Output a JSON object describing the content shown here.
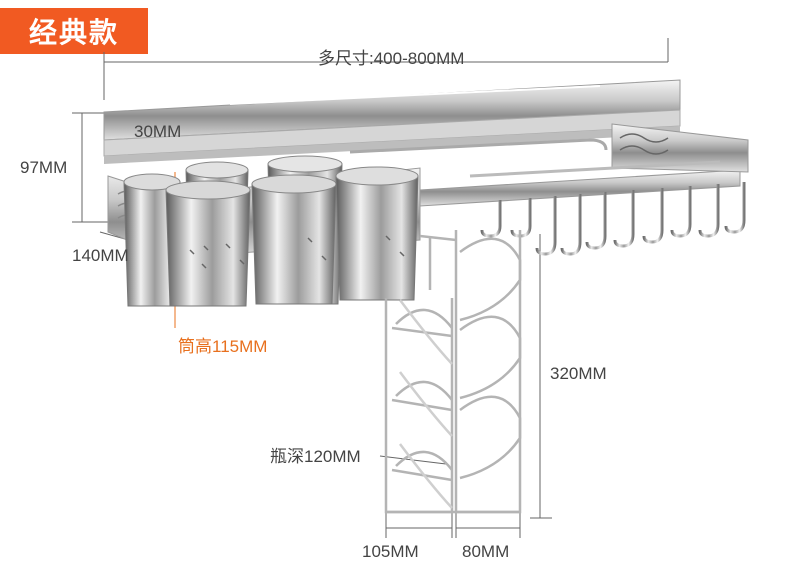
{
  "badge": {
    "label": "经典款",
    "color": "#f15a22"
  },
  "dimensions": {
    "width": "多尺寸:400-800MM",
    "top_depth": "30MM",
    "height": "97MM",
    "depth": "140MM",
    "cup_height": "筒高115MM",
    "rack_height": "320MM",
    "bottle_depth": "瓶深120MM",
    "bottom_width": "105MM",
    "bottom_depth": "80MM"
  },
  "colors": {
    "accent": "#f15a22",
    "cup_label": "#e8701e",
    "text": "#444444"
  }
}
